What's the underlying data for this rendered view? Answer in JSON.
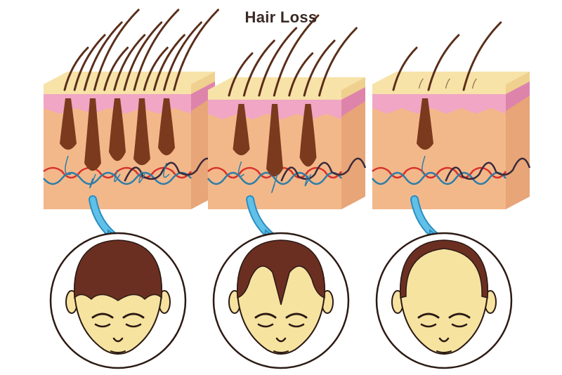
{
  "title": "Hair Loss",
  "colors": {
    "skin_front": "#f3b88a",
    "skin_side": "#e8a577",
    "dermis_pink": "#f0a6c4",
    "dermis_pink_dark": "#de84ab",
    "scalp_top": "#f7e2a8",
    "follicle": "#7b3a1e",
    "hair": "#5a2e1a",
    "vein_blue": "#2e7ea8",
    "artery_red": "#d8322c",
    "dark_line": "#3a2a3a",
    "arrow": "#5fc0e8",
    "head_hair": "#6b2f22",
    "face": "#f6e3a0",
    "outline": "#2c1a14"
  },
  "stages": [
    {
      "id": "stage-1",
      "hair_density": 1.0,
      "hairline": "full"
    },
    {
      "id": "stage-2",
      "hair_density": 0.6,
      "hairline": "receding"
    },
    {
      "id": "stage-3",
      "hair_density": 0.15,
      "hairline": "bald-crown"
    }
  ]
}
